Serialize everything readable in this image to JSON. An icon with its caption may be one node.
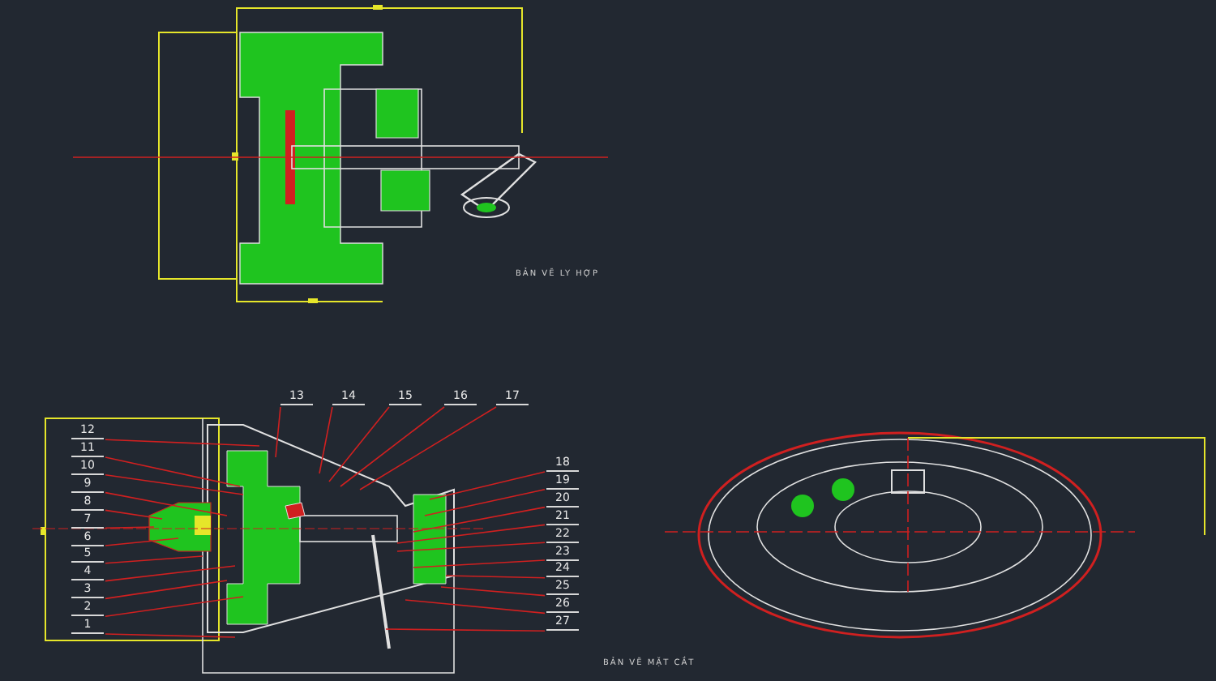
{
  "diagram": {
    "nodes": [
      {
        "text": [
          "1"
        ]
      },
      {
        "text": [
          "2"
        ]
      },
      {
        "text": [
          "3"
        ]
      },
      {
        "text": [
          "4"
        ]
      },
      {
        "text": [
          "5"
        ]
      },
      {
        "text": [
          "6"
        ]
      },
      {
        "text": [
          "7"
        ]
      },
      {
        "text": [
          "8"
        ]
      },
      {
        "text": [
          "9"
        ]
      },
      {
        "text": [
          "10"
        ]
      },
      {
        "text": [
          "11"
        ]
      },
      {
        "text": [
          "12"
        ]
      },
      {
        "text": [
          "13"
        ]
      },
      {
        "text": [
          "14"
        ]
      },
      {
        "text": [
          "15"
        ]
      },
      {
        "text": [
          "16"
        ]
      },
      {
        "text": [
          "17"
        ]
      },
      {
        "text": [
          "18"
        ]
      },
      {
        "text": [
          "19"
        ]
      },
      {
        "text": [
          "20"
        ]
      },
      {
        "text": [
          "21"
        ]
      },
      {
        "text": [
          "22"
        ]
      },
      {
        "text": [
          "23"
        ]
      },
      {
        "text": [
          "24"
        ]
      },
      {
        "text": [
          "25"
        ]
      },
      {
        "text": [
          "26"
        ]
      },
      {
        "text": [
          "27"
        ]
      }
    ],
    "edges": [
      {
        "from": 0,
        "to": null,
        "arrow": "none"
      },
      {
        "from": 1,
        "to": null,
        "arrow": "none"
      },
      {
        "from": 2,
        "to": null,
        "arrow": "none"
      },
      {
        "from": 3,
        "to": null,
        "arrow": "none"
      },
      {
        "from": 4,
        "to": null,
        "arrow": "none"
      },
      {
        "from": 5,
        "to": null,
        "arrow": "none"
      },
      {
        "from": 6,
        "to": null,
        "arrow": "none"
      },
      {
        "from": 7,
        "to": null,
        "arrow": "none"
      },
      {
        "from": 8,
        "to": null,
        "arrow": "none"
      },
      {
        "from": 9,
        "to": null,
        "arrow": "none"
      },
      {
        "from": 10,
        "to": null,
        "arrow": "none"
      },
      {
        "from": 11,
        "to": null,
        "arrow": "none"
      },
      {
        "from": 12,
        "to": null,
        "arrow": "none"
      },
      {
        "from": 13,
        "to": null,
        "arrow": "none"
      },
      {
        "from": 14,
        "to": null,
        "arrow": "none"
      },
      {
        "from": 15,
        "to": null,
        "arrow": "none"
      },
      {
        "from": 16,
        "to": null,
        "arrow": "none"
      },
      {
        "from": 17,
        "to": null,
        "arrow": "none"
      },
      {
        "from": 18,
        "to": null,
        "arrow": "none"
      },
      {
        "from": 19,
        "to": null,
        "arrow": "none"
      },
      {
        "from": 20,
        "to": null,
        "arrow": "none"
      },
      {
        "from": 21,
        "to": null,
        "arrow": "none"
      },
      {
        "from": 22,
        "to": null,
        "arrow": "none"
      },
      {
        "from": 23,
        "to": null,
        "arrow": "none"
      },
      {
        "from": 24,
        "to": null,
        "arrow": "none"
      },
      {
        "from": 25,
        "to": null,
        "arrow": "none"
      },
      {
        "from": 26,
        "to": null,
        "arrow": "none"
      }
    ],
    "labels": [
      "BẢN VẼ LY HỢP",
      "BẢN VẼ MẶT CẮT"
    ]
  }
}
